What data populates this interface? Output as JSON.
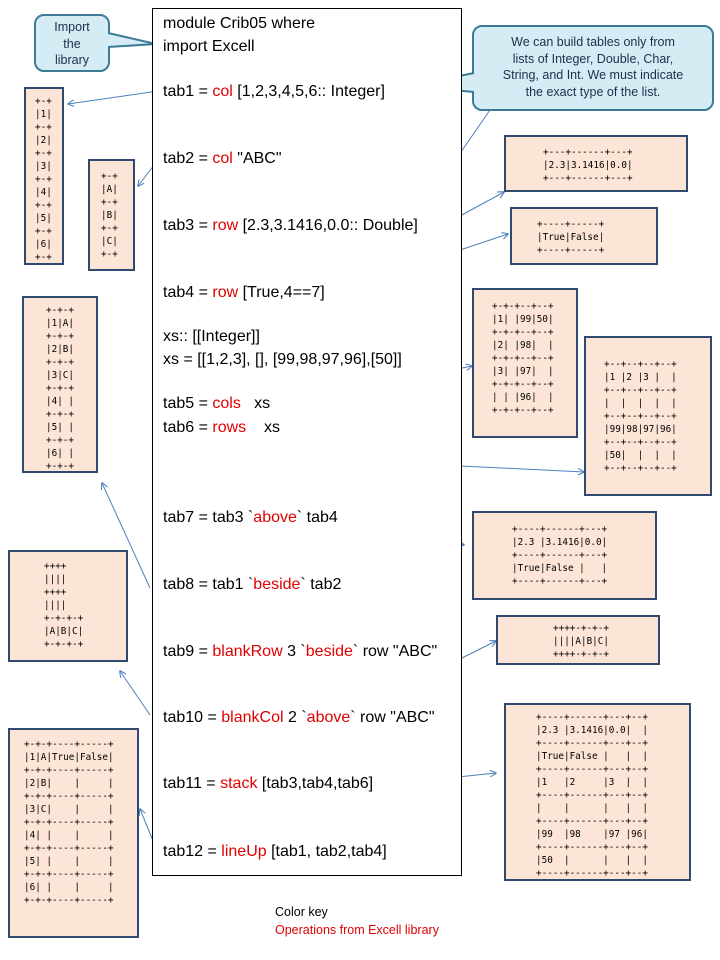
{
  "callouts": {
    "import": [
      "Import",
      "the",
      "library"
    ],
    "types": [
      "We can build tables only from",
      "lists of Integer, Double, Char,",
      "String, and Int. We must indicate",
      "the exact type of the list."
    ]
  },
  "code": {
    "module_line": "module Crib05 where",
    "import_line": "import Excell",
    "tab1": {
      "pre": "tab1 = ",
      "op": "col",
      "post": " [1,2,3,4,5,6:: Integer]"
    },
    "tab2": {
      "pre": "tab2 = ",
      "op": "col",
      "post": " \"ABC\""
    },
    "tab3": {
      "pre": "tab3 = ",
      "op": "row",
      "post": " [2.3,3.1416,0.0:: Double]"
    },
    "tab4": {
      "pre": "tab4 = ",
      "op": "row",
      "post": " [True,4==7]"
    },
    "xs_type": "xs:: [[Integer]]",
    "xs_def": "xs = [[1,2,3], [], [99,98,97,96],[50]]",
    "tab5": {
      "pre": "tab5 = ",
      "op": "cols",
      "post": "   xs"
    },
    "tab6": {
      "pre": "tab6 = ",
      "op": "rows",
      "post": "    xs"
    },
    "tab7": {
      "pre": "tab7 = tab3 `",
      "op": "above",
      "post": "` tab4"
    },
    "tab8": {
      "pre": "tab8 = tab1 `",
      "op": "beside",
      "post": "` tab2"
    },
    "tab9": {
      "pre": "tab9 = ",
      "op": "blankRow",
      "mid": " 3 `",
      "op2": "beside",
      "post": "` row \"ABC\""
    },
    "tab10": {
      "pre": "tab10 = ",
      "op": "blankCol",
      "mid": " 2 `",
      "op2": "above",
      "post": "` row \"ABC\""
    },
    "tab11": {
      "pre": "tab11 = ",
      "op": "stack",
      "post": " [tab3,tab4,tab6]"
    },
    "tab12": {
      "pre": "tab12 = ",
      "op": "lineUp",
      "post": " [tab1, tab2,tab4]"
    }
  },
  "outputs": {
    "tab1": "+-+\n|1|\n+-+\n|2|\n+-+\n|3|\n+-+\n|4|\n+-+\n|5|\n+-+\n|6|\n+-+",
    "tab2": "+-+\n|A|\n+-+\n|B|\n+-+\n|C|\n+-+",
    "tab3": "+---+------+---+\n|2.3|3.1416|0.0|\n+---+------+---+",
    "tab4": "+----+-----+\n|True|False|\n+----+-----+",
    "tab5": "+-+-+--+--+\n|1| |99|50|\n+-+-+--+--+\n|2| |98|  |\n+-+-+--+--+\n|3| |97|  |\n+-+-+--+--+\n| | |96|  |\n+-+-+--+--+",
    "tab6": "+--+--+--+--+\n|1 |2 |3 |  |\n+--+--+--+--+\n|  |  |  |  |\n+--+--+--+--+\n|99|98|97|96|\n+--+--+--+--+\n|50|  |  |  |\n+--+--+--+--+",
    "tab7": "+----+------+---+\n|2.3 |3.1416|0.0|\n+----+------+---+\n|True|False |   |\n+----+------+---+",
    "tab8": "+-+-+\n|1|A|\n+-+-+\n|2|B|\n+-+-+\n|3|C|\n+-+-+\n|4| |\n+-+-+\n|5| |\n+-+-+\n|6| |\n+-+-+",
    "tab9": "++++-+-+-+\n||||A|B|C|\n++++-+-+-+",
    "tab10": "++++\n||||\n++++\n||||\n+-+-+-+\n|A|B|C|\n+-+-+-+",
    "tab11": "+----+------+---+--+\n|2.3 |3.1416|0.0|  |\n+----+------+---+--+\n|True|False |   |  |\n+----+------+---+--+\n|1   |2     |3  |  |\n+----+------+---+--+\n|    |      |   |  |\n+----+------+---+--+\n|99  |98    |97 |96|\n+----+------+---+--+\n|50  |      |   |  |\n+----+------+---+--+",
    "tab12": "+-+-+----+-----+\n|1|A|True|False|\n+-+-+----+-----+\n|2|B|    |     |\n+-+-+----+-----+\n|3|C|    |     |\n+-+-+----+-----+\n|4| |    |     |\n+-+-+----+-----+\n|5| |    |     |\n+-+-+----+-----+\n|6| |    |     |\n+-+-+----+-----+"
  },
  "color_key": {
    "title": "Color key",
    "ops_label": "Operations from Excell library"
  },
  "colors": {
    "operation": "#e00000",
    "box_fill": "#fce4d6",
    "box_border": "#2f4a6e",
    "callout_fill": "#d5ecf5",
    "arrow": "#4f81bd"
  }
}
